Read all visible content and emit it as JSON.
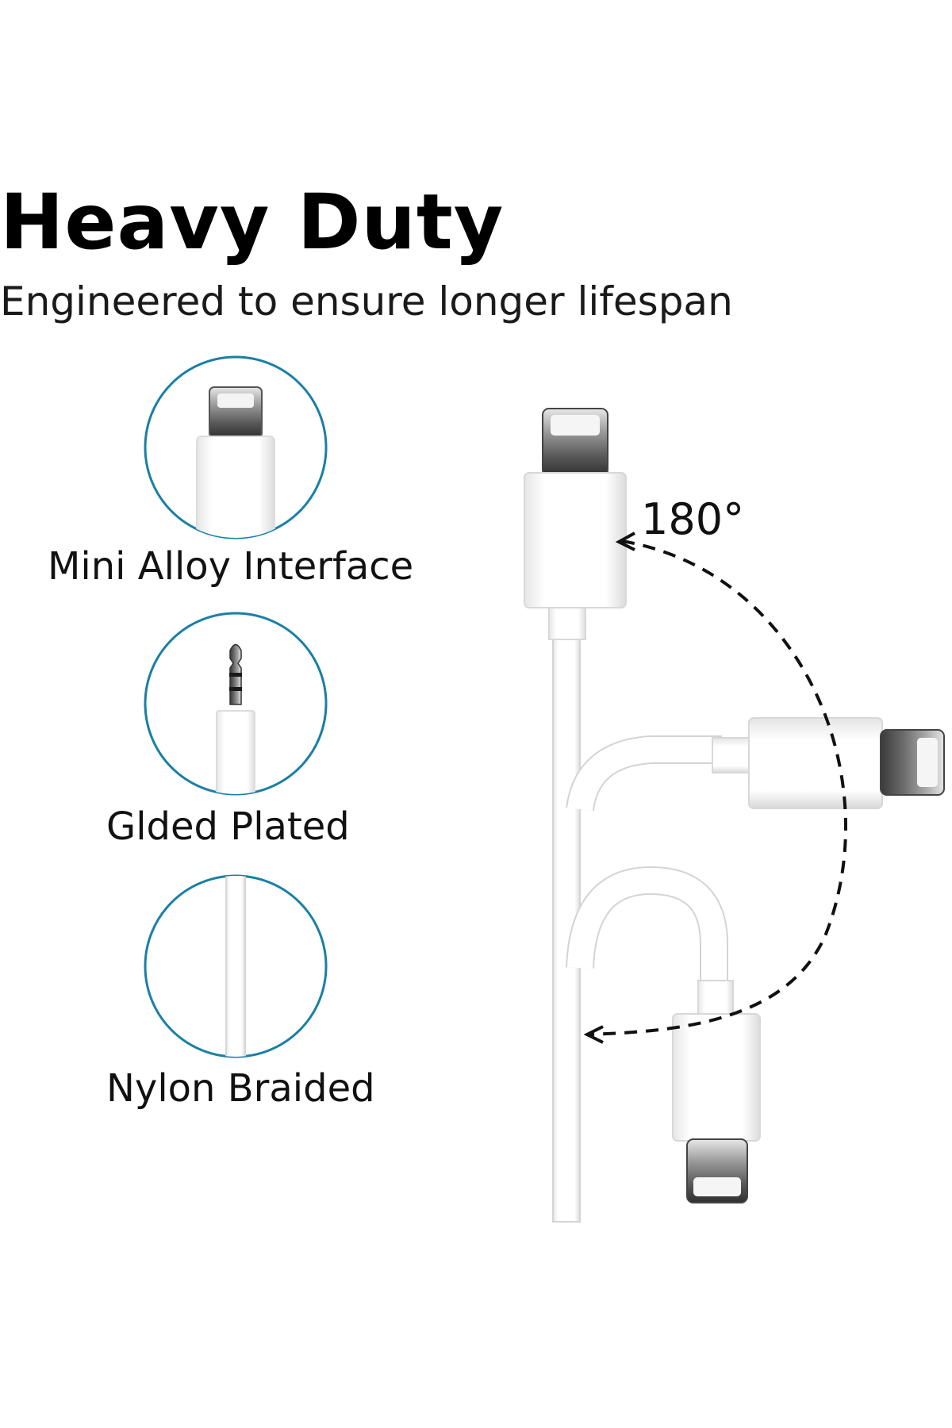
{
  "header": {
    "title": "Heavy Duty",
    "subtitle": "Engineered to ensure longer lifespan"
  },
  "features": [
    {
      "label": "Mini Alloy Interface",
      "icon": "lightning-connector-icon"
    },
    {
      "label": "Glded Plated",
      "icon": "audio-jack-icon"
    },
    {
      "label": "Nylon Braided",
      "icon": "cable-icon"
    }
  ],
  "bend": {
    "angle_label": "180°"
  },
  "colors": {
    "ring": "#1a7fa6",
    "arrow": "#111111",
    "cable": "#ffffff",
    "cable_shade": "#d9d9d9",
    "connector_metal": "#8a8a8a"
  }
}
